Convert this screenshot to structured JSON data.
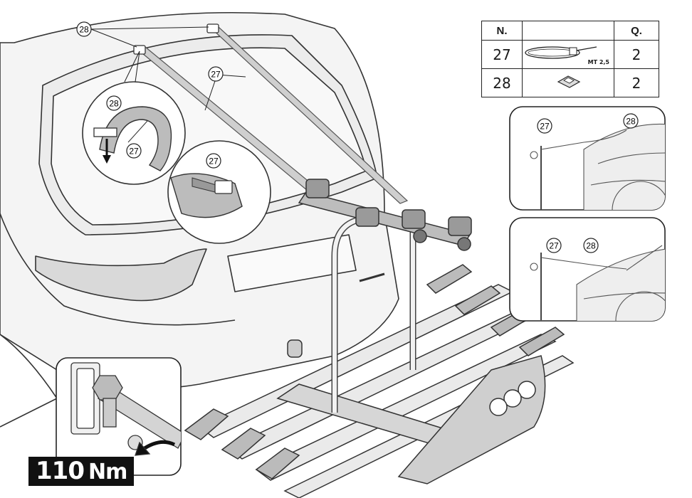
{
  "callouts": {
    "strap": "27",
    "clip": "28"
  },
  "parts_table": {
    "headers": [
      "N.",
      "",
      "Q."
    ],
    "rows": [
      {
        "number": "27",
        "image": "strap-icon",
        "image_label": "MT 2,5",
        "quantity": "2"
      },
      {
        "number": "28",
        "image": "clip-icon",
        "image_label": "",
        "quantity": "2"
      }
    ]
  },
  "torque": {
    "value": "110",
    "unit": "Nm"
  },
  "icons": [
    "car-rear-drawing",
    "bike-carrier-drawing",
    "wrench-icon",
    "arrow-icon"
  ]
}
